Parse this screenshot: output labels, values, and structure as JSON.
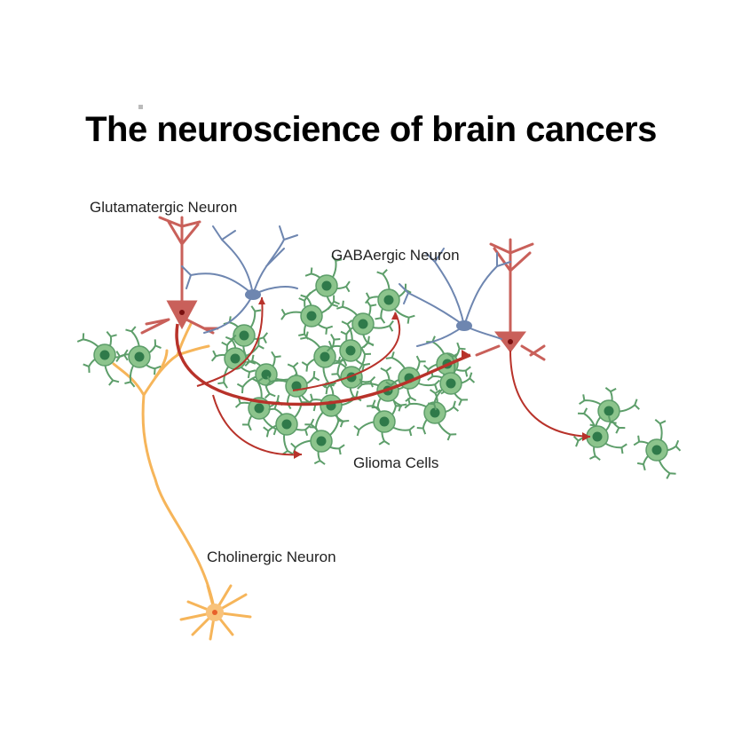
{
  "title": "The neuroscience of brain cancers",
  "labels": {
    "glutamatergic": "Glutamatergic Neuron",
    "gabaergic": "GABAergic Neuron",
    "glioma": "Glioma Cells",
    "cholinergic": "Cholinergic Neuron"
  },
  "colors": {
    "glutamatergic": "#c9605a",
    "gabaergic": "#6e86b0",
    "glioma_fill": "#8cc48c",
    "glioma_nucleus": "#2f7a4a",
    "glioma_process": "#5d9e6a",
    "cholinergic": "#f6b55a",
    "arrow": "#b8322a"
  }
}
